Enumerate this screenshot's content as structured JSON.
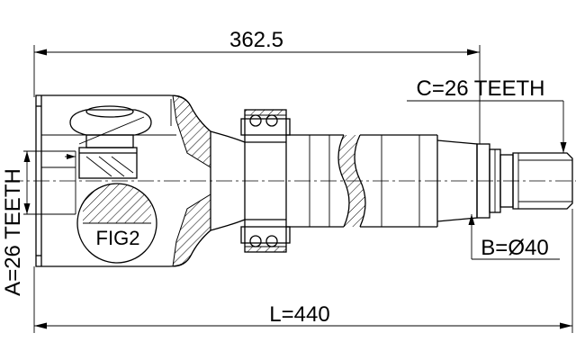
{
  "dimensions": {
    "overall_length": "L=440",
    "partial_length": "362.5",
    "inner_spline": "A=26 TEETH",
    "outer_spline": "C=26 TEETH",
    "bearing_diameter": "B=Ø40"
  },
  "figure_label": "FIG2"
}
